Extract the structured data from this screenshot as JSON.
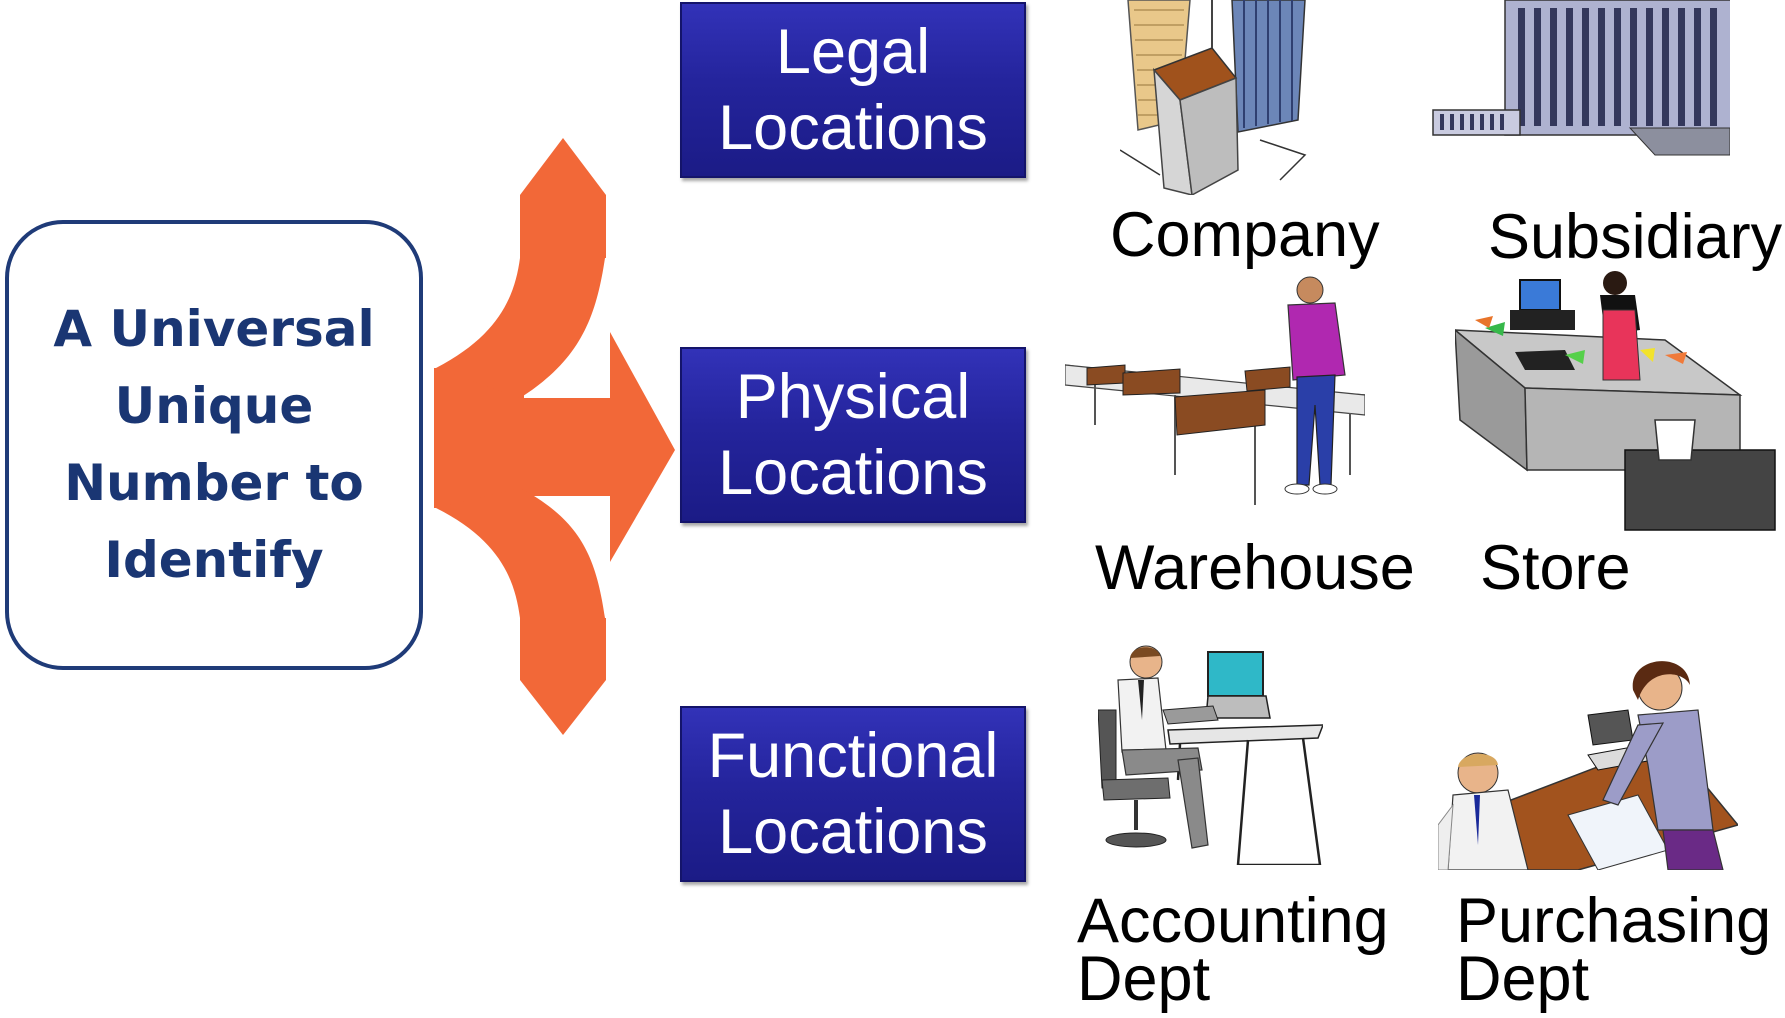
{
  "source": {
    "lines": [
      "A Universal",
      "Unique",
      "Number to",
      "Identify"
    ]
  },
  "categories": [
    {
      "lines": [
        "Legal",
        "Locations"
      ]
    },
    {
      "lines": [
        "Physical",
        "Locations"
      ]
    },
    {
      "lines": [
        "Functional",
        "Locations"
      ]
    }
  ],
  "items": {
    "company": {
      "label": "Company",
      "icon": "office-tower-icon"
    },
    "subsidiary": {
      "label": "Subsidiary",
      "icon": "building-icon"
    },
    "warehouse": {
      "label": "Warehouse",
      "icon": "warehouse-worker-icon"
    },
    "store": {
      "label": "Store",
      "icon": "store-cashier-icon"
    },
    "accounting": {
      "lines": [
        "Accounting",
        "Dept"
      ],
      "icon": "accountant-computer-icon"
    },
    "purchasing": {
      "lines": [
        "Purchasing",
        "Dept"
      ],
      "icon": "purchasing-staff-icon"
    }
  },
  "colors": {
    "arrow": "#f26838",
    "category_fill": "#24249c",
    "source_border": "#1f3b78",
    "source_text": "#1a3673"
  }
}
